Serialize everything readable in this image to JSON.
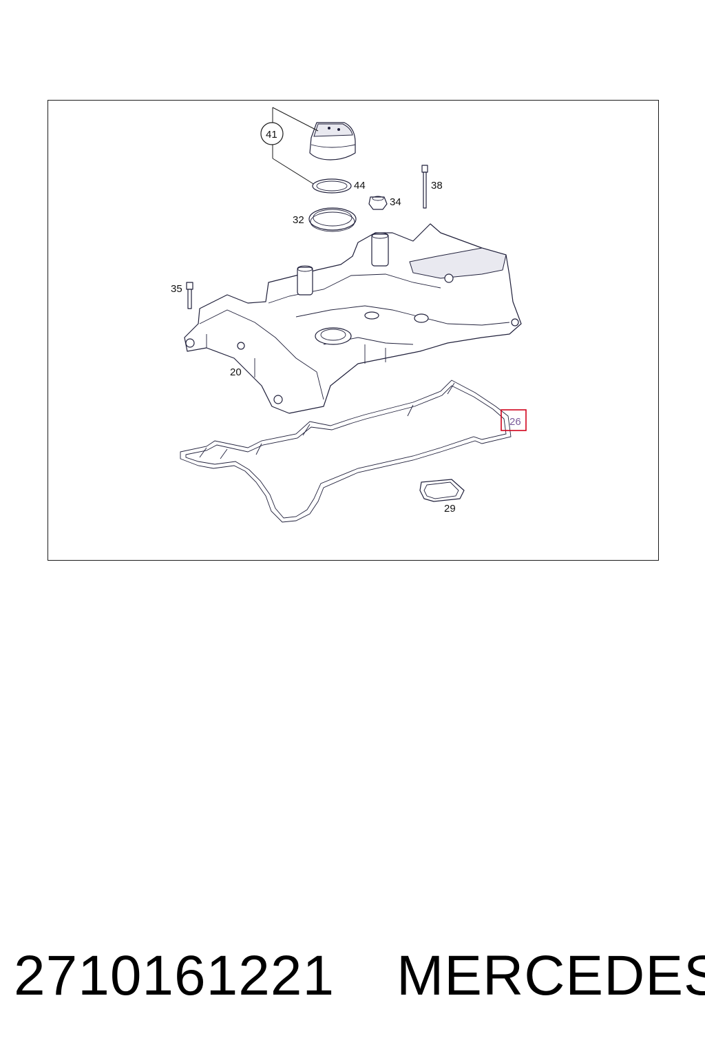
{
  "callouts": {
    "c41": "41",
    "c44": "44",
    "c38": "38",
    "c34": "34",
    "c32": "32",
    "c35": "35",
    "c20": "20",
    "c26": "26",
    "c29": "29"
  },
  "highlight": {
    "part": "26",
    "color": "#d0021b"
  },
  "footer": {
    "part_number": "2710161221",
    "brand": "MERCEDES"
  }
}
